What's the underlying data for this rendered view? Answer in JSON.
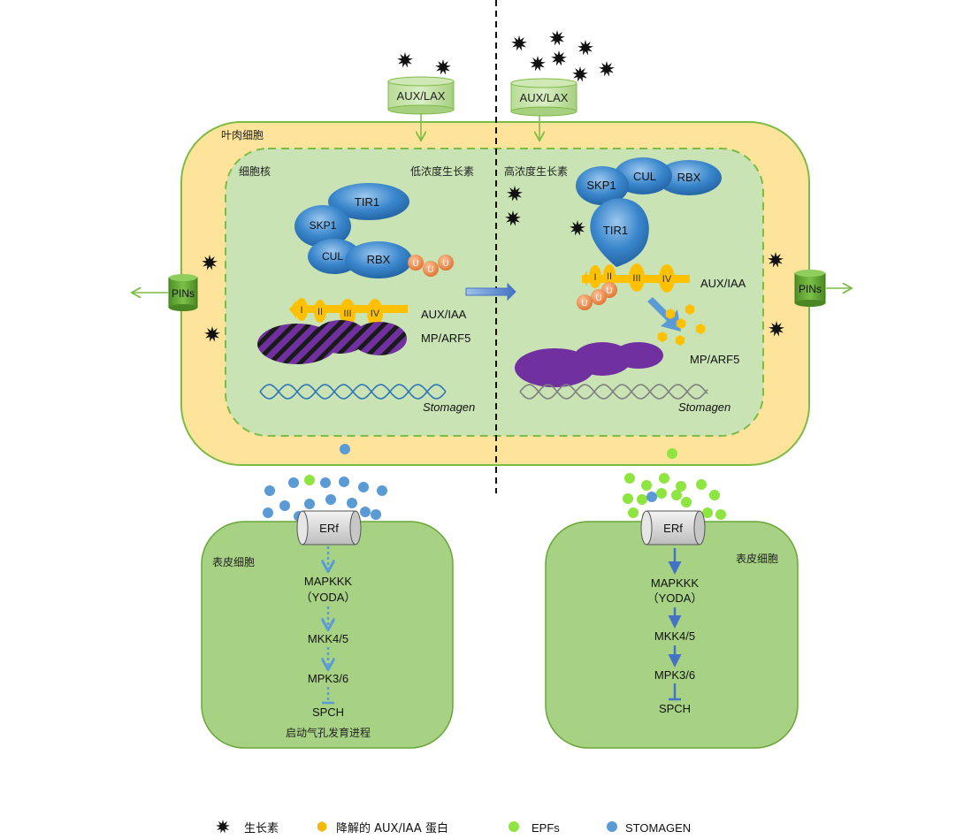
{
  "labels": {
    "mesophyll_cell": "叶肉细胞",
    "nucleus": "细胞核",
    "low_auxin": "低浓度生长素",
    "high_auxin": "高浓度生长素",
    "aux_lax": "AUX/LAX",
    "pins": "PINs",
    "aux_iaa": "AUX/IAA",
    "mp_arf5": "MP/ARF5",
    "stomagen_gene": "Stomagen",
    "epidermal_cell": "表皮细胞",
    "erf": "ERf",
    "mapkkk": "MAPKKK",
    "yoda": "（YODA）",
    "mkk": "MKK4/5",
    "mpk": "MPK3/6",
    "spch": "SPCH",
    "initiate_stomata": "启动气孔发育进程"
  },
  "complex": {
    "tir1": "TIR1",
    "skp1": "SKP1",
    "cul": "CUL",
    "rbx": "RBX",
    "ub": "U"
  },
  "domains": [
    "I",
    "II",
    "III",
    "IV"
  ],
  "legend": [
    {
      "label": "生长素",
      "symbol": "star-icon",
      "color": "#111111"
    },
    {
      "label": "降解的 AUX/IAA 蛋白",
      "symbol": "hexagon-icon",
      "color": "#f5b800"
    },
    {
      "label": "EPFs",
      "symbol": "dot-icon",
      "color": "#8ee53f"
    },
    {
      "label": "STOMAGEN",
      "symbol": "dot-icon",
      "color": "#5b9bd5"
    }
  ],
  "colors": {
    "cell_wall": "#fde49a",
    "cell_border": "#7dbb45",
    "nucleus_fill": "#c9e3b4",
    "epidermis_fill": "#a7d284",
    "protein_blue": "#2e75b6",
    "ubiquitin": "#ed7d31",
    "aux_iaa": "#ffc000",
    "mp_arf5": "#7030a0",
    "arrow_blue": "#4472c4"
  }
}
